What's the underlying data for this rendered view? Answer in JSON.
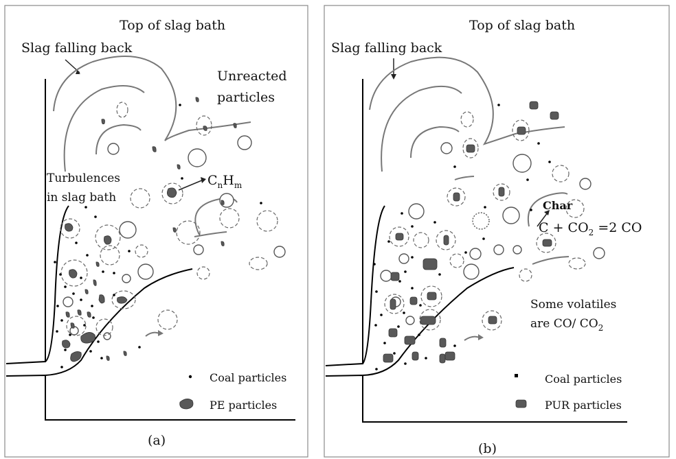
{
  "panel_a": {
    "caption": "(a)",
    "top_label": "Top of slag bath",
    "slag_label": "Slag falling back",
    "unreacted_line1": "Unreacted",
    "unreacted_line2": "particles",
    "turbulence_line1": "Turbulences",
    "turbulence_line2": "in slag bath",
    "hydrocarbon": {
      "c": "C",
      "n": "n",
      "h": "H",
      "m": "m"
    },
    "legend": {
      "coal": "Coal particles",
      "pe": "PE particles"
    }
  },
  "panel_b": {
    "caption": "(b)",
    "top_label": "Top of slag bath",
    "slag_label": "Slag falling back",
    "char_label": "Char",
    "reaction": {
      "part1": "C + CO",
      "sub": "2",
      "part2": " =2 CO"
    },
    "volatiles_line1": "Some volatiles",
    "volatiles_line2": "are CO/ CO",
    "volatiles_sub": "2",
    "legend": {
      "coal": "Coal particles",
      "pur": "PUR particles"
    }
  },
  "colors": {
    "frame": "#8a8a8a",
    "particle": "#595959",
    "curve": "#777777"
  }
}
